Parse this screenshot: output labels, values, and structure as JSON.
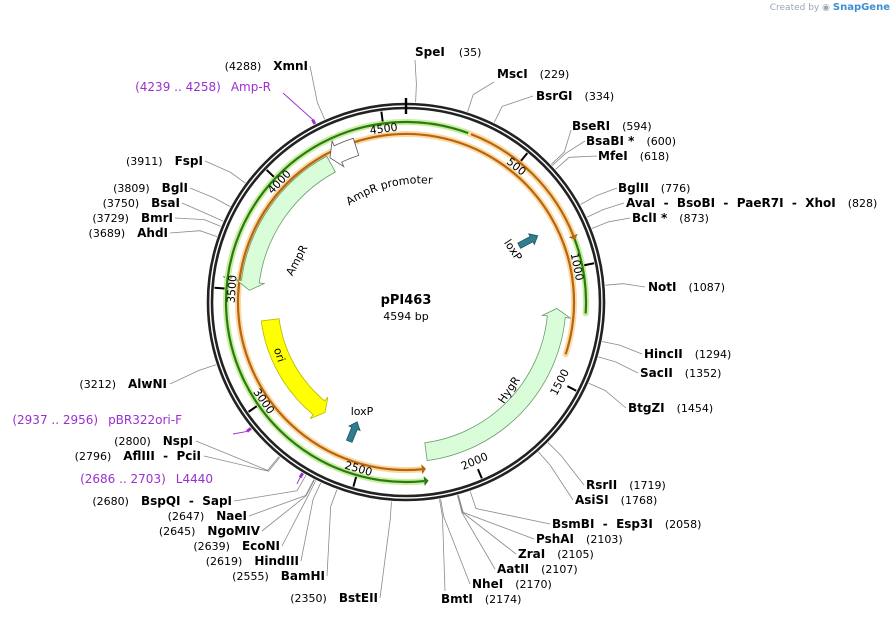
{
  "watermark": {
    "created_by": "Created by",
    "brand": "SnapGene"
  },
  "plasmid": {
    "name": "pPI463",
    "size": "4594 bp",
    "length": 4594
  },
  "ticks": [
    {
      "label": "500",
      "pos": 500
    },
    {
      "label": "1000",
      "pos": 1000
    },
    {
      "label": "1500",
      "pos": 1500
    },
    {
      "label": "2000",
      "pos": 2000
    },
    {
      "label": "2500",
      "pos": 2500
    },
    {
      "label": "3000",
      "pos": 3000
    },
    {
      "label": "3500",
      "pos": 3500
    },
    {
      "label": "4000",
      "pos": 4000
    },
    {
      "label": "4500",
      "pos": 4500
    }
  ],
  "features": [
    {
      "name": "AmpR promoter",
      "label": "AmpR promoter",
      "start": 4239,
      "end": 4366,
      "dir": -1,
      "color": "#ffffff",
      "stroke": "#555555"
    },
    {
      "name": "AmpR",
      "label": "AmpR",
      "start": 3500,
      "end": 4230,
      "dir": -1,
      "color": "#d8fdd8",
      "stroke": "#6a9a6a"
    },
    {
      "name": "ori",
      "label": "ori",
      "start": 2760,
      "end": 3350,
      "dir": -1,
      "color": "#ffff00",
      "stroke": "#b7b700"
    },
    {
      "name": "HygR",
      "label": "HygR",
      "start": 1180,
      "end": 2200,
      "dir": -1,
      "color": "#d8fdd8",
      "stroke": "#6a9a6a"
    },
    {
      "name": "loxP-1",
      "label": "loxP",
      "start": 930,
      "end": 964,
      "dir": 1,
      "color": "#2f7d8f",
      "stroke": "#1d5563"
    },
    {
      "name": "loxP-2",
      "label": "loxP",
      "start": 2520,
      "end": 2554,
      "dir": -1,
      "color": "#2f7d8f",
      "stroke": "#1d5563"
    }
  ],
  "orfs": [
    {
      "start": 4270,
      "end": 3530,
      "dir": -1,
      "color": "#2a7a12",
      "glow": "#c8ee9e"
    },
    {
      "start": 1195,
      "end": 2205,
      "dir": -1,
      "color": "#2a7a12",
      "glow": "#c8ee9e"
    },
    {
      "start": 270,
      "end": 890,
      "dir": 1,
      "color": "#b8650c",
      "glow": "#fbd9a5"
    },
    {
      "start": 1380,
      "end": 2210,
      "dir": -1,
      "color": "#b8650c",
      "glow": "#fbd9a5"
    }
  ],
  "primer_marks": [
    {
      "name": "Amp-R",
      "pos": 4248
    },
    {
      "name": "pBR322ori-F",
      "pos": 2946
    },
    {
      "name": "L4440",
      "pos": 2694
    }
  ],
  "sites": [
    {
      "name": "SpeI",
      "pos": 35,
      "pos_text": "(35)"
    },
    {
      "name": "MscI",
      "pos": 229,
      "pos_text": "(229)"
    },
    {
      "name": "BsrGI",
      "pos": 334,
      "pos_text": "(334)"
    },
    {
      "name": "BseRI",
      "pos": 594,
      "pos_text": "(594)"
    },
    {
      "name": "BsaBI *",
      "pos": 600,
      "pos_text": "(600)"
    },
    {
      "name": "MfeI",
      "pos": 618,
      "pos_text": "(618)"
    },
    {
      "name": "BglII",
      "pos": 776,
      "pos_text": "(776)"
    },
    {
      "name": "AvaI  -  BsoBI  -  PaeR7I  -  XhoI",
      "pos": 828,
      "pos_text": "(828)"
    },
    {
      "name": "BclI *",
      "pos": 873,
      "pos_text": "(873)"
    },
    {
      "name": "NotI",
      "pos": 1087,
      "pos_text": "(1087)"
    },
    {
      "name": "HincII",
      "pos": 1294,
      "pos_text": "(1294)"
    },
    {
      "name": "SacII",
      "pos": 1352,
      "pos_text": "(1352)"
    },
    {
      "name": "BtgZI",
      "pos": 1454,
      "pos_text": "(1454)"
    },
    {
      "name": "RsrII",
      "pos": 1719,
      "pos_text": "(1719)"
    },
    {
      "name": "AsiSI",
      "pos": 1768,
      "pos_text": "(1768)"
    },
    {
      "name": "BsmBI  -  Esp3I",
      "pos": 2058,
      "pos_text": "(2058)"
    },
    {
      "name": "PshAI",
      "pos": 2103,
      "pos_text": "(2103)"
    },
    {
      "name": "ZraI",
      "pos": 2105,
      "pos_text": "(2105)"
    },
    {
      "name": "AatII",
      "pos": 2107,
      "pos_text": "(2107)"
    },
    {
      "name": "NheI",
      "pos": 2170,
      "pos_text": "(2170)"
    },
    {
      "name": "BmtI",
      "pos": 2174,
      "pos_text": "(2174)"
    },
    {
      "name": "BstEII",
      "pos": 2350,
      "pos_text": "(2350)"
    },
    {
      "name": "BamHI",
      "pos": 2555,
      "pos_text": "(2555)"
    },
    {
      "name": "HindIII",
      "pos": 2619,
      "pos_text": "(2619)"
    },
    {
      "name": "EcoNI",
      "pos": 2639,
      "pos_text": "(2639)"
    },
    {
      "name": "NgoMIV",
      "pos": 2645,
      "pos_text": "(2645)"
    },
    {
      "name": "NaeI",
      "pos": 2647,
      "pos_text": "(2647)"
    },
    {
      "name": "BspQI  -  SapI",
      "pos": 2680,
      "pos_text": "(2680)"
    },
    {
      "name": "AflIII  -  PciI",
      "pos": 2796,
      "pos_text": "(2796)"
    },
    {
      "name": "NspI",
      "pos": 2800,
      "pos_text": "(2800)"
    },
    {
      "name": "AlwNI",
      "pos": 3212,
      "pos_text": "(3212)"
    },
    {
      "name": "AhdI",
      "pos": 3689,
      "pos_text": "(3689)"
    },
    {
      "name": "BmrI",
      "pos": 3729,
      "pos_text": "(3729)"
    },
    {
      "name": "BsaI",
      "pos": 3750,
      "pos_text": "(3750)"
    },
    {
      "name": "BglI",
      "pos": 3809,
      "pos_text": "(3809)"
    },
    {
      "name": "FspI",
      "pos": 3911,
      "pos_text": "(3911)"
    },
    {
      "name": "XmnI",
      "pos": 4288,
      "pos_text": "(4288)"
    }
  ],
  "primers": [
    {
      "name": "Amp-R",
      "range": "(4239 .. 4258)"
    },
    {
      "name": "pBR322ori-F",
      "range": "(2937 .. 2956)"
    },
    {
      "name": "L4440",
      "range": "(2686 .. 2703)"
    }
  ]
}
